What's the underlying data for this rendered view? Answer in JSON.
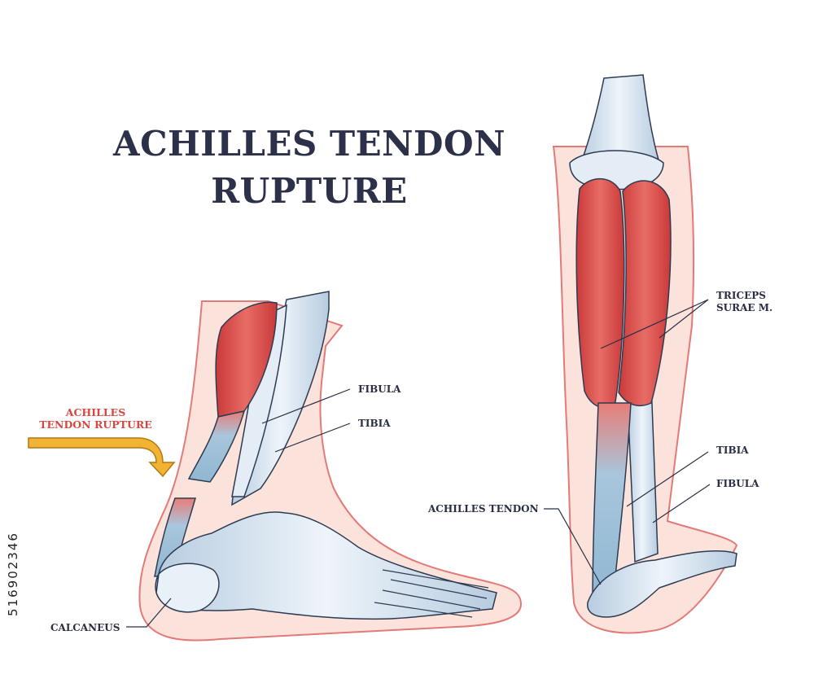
{
  "title": {
    "line1": "ACHILLES TENDON",
    "line2": "RUPTURE"
  },
  "labels": {
    "rupture_line1": "ACHILLES",
    "rupture_line2": "TENDON RUPTURE",
    "fibula_left": "FIBULA",
    "tibia_left": "TIBIA",
    "calcaneus": "CALCANEUS",
    "triceps_line1": "TRICEPS",
    "triceps_line2": "SURAE M.",
    "tibia_right": "TIBIA",
    "fibula_right": "FIBULA",
    "achilles_tendon": "ACHILLES TENDON"
  },
  "stock_id": "516902346",
  "colors": {
    "title": "#2c3149",
    "rupture_label": "#d9453f",
    "arrow": "#f2b233",
    "muscle": "#d9534f",
    "bone": "#d5e2ef",
    "skin": "#fbe3dc",
    "tendon": "#a9c8dc"
  },
  "icons": [
    "arrow-icon"
  ]
}
